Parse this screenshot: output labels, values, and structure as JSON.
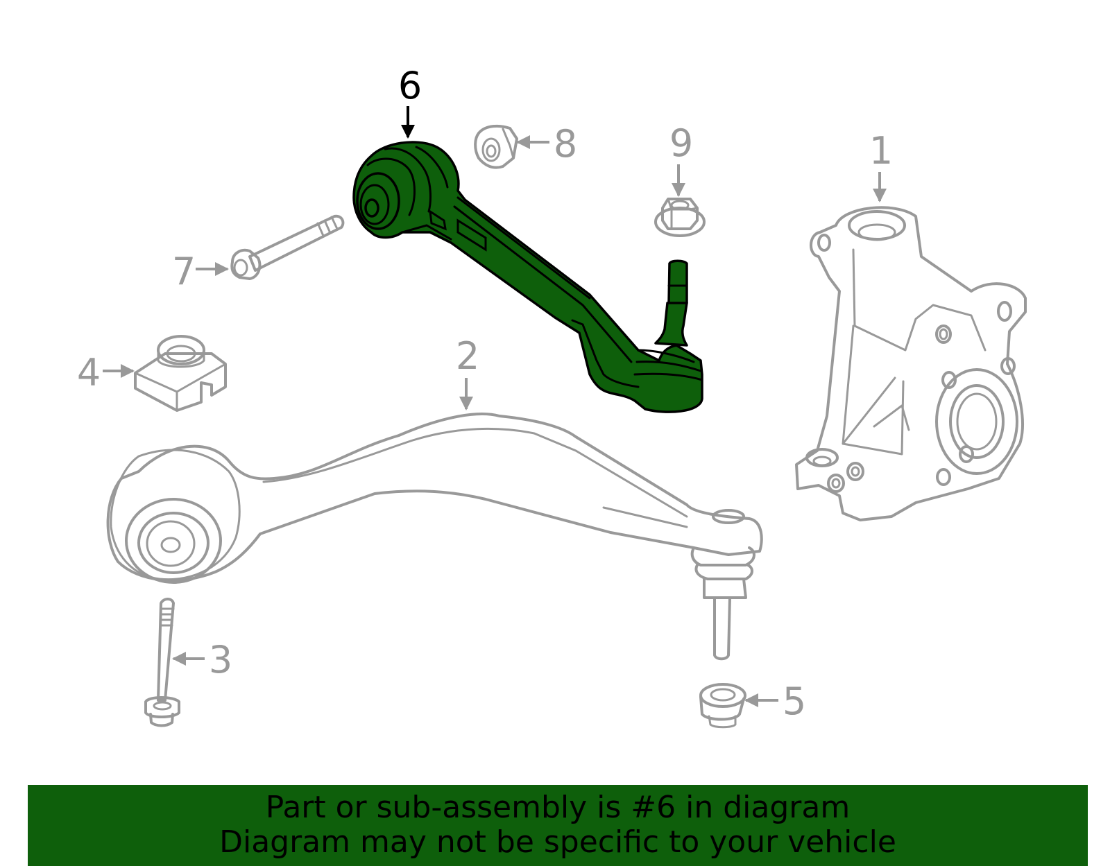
{
  "colors": {
    "highlight": "#0e5f0b",
    "part_outline": "#999999",
    "label_highlight": "#000000",
    "background": "#ffffff"
  },
  "callouts": {
    "c1": "1",
    "c2": "2",
    "c3": "3",
    "c4": "4",
    "c5": "5",
    "c6": "6",
    "c7": "7",
    "c8": "8",
    "c9": "9"
  },
  "highlighted_part": "6",
  "banner": {
    "line1": "Part or sub-assembly is #6 in diagram",
    "line2": "Diagram may not be specific to your vehicle"
  }
}
